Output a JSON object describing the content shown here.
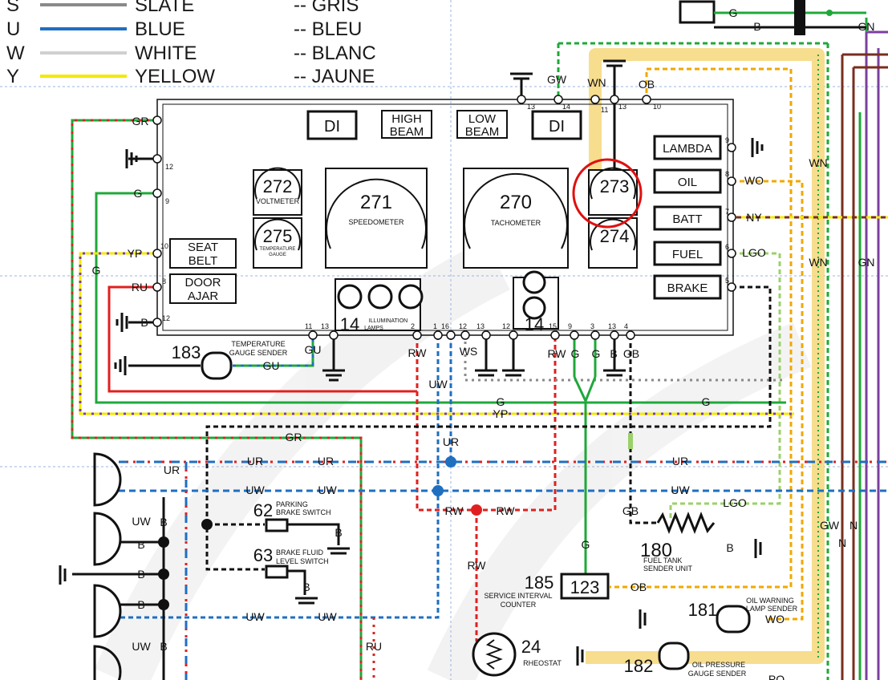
{
  "legend": [
    {
      "code": "S",
      "name": "SLATE",
      "fr": "-- GRIS",
      "color": "#8a8a8a"
    },
    {
      "code": "U",
      "name": "BLUE",
      "fr": "-- BLEU",
      "color": "#1f6fc0"
    },
    {
      "code": "W",
      "name": "WHITE",
      "fr": "-- BLANC",
      "color": "#d0d0d0"
    },
    {
      "code": "Y",
      "name": "YELLOW",
      "fr": "-- JAUNE",
      "color": "#f2ea00"
    }
  ],
  "indicators": {
    "di1": "DI",
    "high_beam_1": "HIGH",
    "high_beam_2": "BEAM",
    "low_beam_1": "LOW",
    "low_beam_2": "BEAM",
    "di2": "DI",
    "lambda": "LAMBDA",
    "oil": "OIL",
    "batt": "BATT",
    "fuel": "FUEL",
    "brake": "BRAKE",
    "seat_belt_1": "SEAT",
    "seat_belt_2": "BELT",
    "door_ajar_1": "DOOR",
    "door_ajar_2": "AJAR"
  },
  "gauges": {
    "voltmeter_num": "272",
    "voltmeter_label": "VOLTMETER",
    "temp_num": "275",
    "temp_label_1": "TEMPERATURE",
    "temp_label_2": "GAUGE",
    "speedo_num": "271",
    "speedo_label": "SPEEDOMETER",
    "tacho_num": "270",
    "tacho_label": "TACHOMETER",
    "g273": "273",
    "g274": "274",
    "illum_num": "14",
    "illum_label_1": "ILLUMINATION",
    "illum_label_2": "LAMPS",
    "lamp14": "14"
  },
  "wire_labels": {
    "gw": "GW",
    "wn_top": "WN",
    "ob_top": "OB",
    "gr": "GR",
    "g_left": "G",
    "yp": "YP",
    "ru": "RU",
    "b_left": "B",
    "g_side": "G",
    "wo": "WO",
    "ny": "NY",
    "lgo": "LGO",
    "wn_mid": "WN",
    "wn_low": "WN",
    "gn_right": "GN",
    "gn_top": "GN",
    "g_top": "G",
    "b_top": "B",
    "gu_mid": "GU",
    "gu_bottom": "GU",
    "rw1": "RW",
    "ws": "WS",
    "rw2": "RW",
    "g_b1": "G",
    "g_b2": "G",
    "b_b": "B",
    "gb": "GB",
    "uw_mid": "UW",
    "ur_mid": "UR",
    "g_h1": "G",
    "g_h2": "G",
    "yp_h": "YP",
    "gr_low": "GR",
    "ur_l": "UR",
    "ur_r": "UR",
    "ur_far": "UR",
    "ur_lamp": "UR",
    "uw_l": "UW",
    "uw_r": "UW",
    "uw_far": "UW",
    "rw_l": "RW",
    "rw_r": "RW",
    "rw_v": "RW",
    "gb_low": "GB",
    "lgo_low": "LGO",
    "g_low": "G",
    "b_fuel": "B",
    "ob_low": "OB",
    "wo_low": "WO",
    "gw_low": "GW",
    "n1": "N",
    "n2": "N",
    "uw_h1": "UW",
    "b_h1": "B",
    "b_h2": "B",
    "b_h3": "B",
    "b_h4": "B",
    "uw_h2": "UW",
    "b_h5": "B",
    "uw_bot1": "UW",
    "uw_bot2": "UW",
    "ru_bot": "RU",
    "b_switch": "B",
    "b_switch2": "B",
    "po": "PO"
  },
  "components": {
    "c183_num": "183",
    "c183_label_1": "TEMPERATURE",
    "c183_label_2": "GAUGE SENDER",
    "c62_num": "62",
    "c62_label_1": "PARKING",
    "c62_label_2": "BRAKE SWITCH",
    "c63_num": "63",
    "c63_label_1": "BRAKE FLUID",
    "c63_label_2": "LEVEL SWITCH",
    "c180_num": "180",
    "c180_label_1": "FUEL TANK",
    "c180_label_2": "SENDER UNIT",
    "c185_num": "185",
    "c185_label_1": "SERVICE INTERVAL",
    "c185_label_2": "COUNTER",
    "c185_display": "123",
    "c181_num": "181",
    "c181_label_1": "OIL WARNING",
    "c181_label_2": "LAMP SENDER",
    "c182_num": "182",
    "c182_label_1": "OIL PRESSURE",
    "c182_label_2": "GAUGE SENDER",
    "c24_num": "24",
    "c24_label": "RHEOSTAT"
  },
  "pins": {
    "p13a": "13",
    "p14a": "14",
    "p11a": "11",
    "p13b": "13",
    "p10": "10",
    "p12a": "12",
    "p9a": "9",
    "p10b": "10",
    "p8b": "8",
    "p12b": "12",
    "p9r": "9",
    "p8r": "8",
    "p7r": "7",
    "p6r": "6",
    "p5r": "5",
    "b11": "11",
    "b13": "13",
    "b2": "2",
    "b1": "1",
    "b16": "16",
    "b12": "12",
    "b13b": "13",
    "b12b": "12",
    "b15": "15",
    "b9": "9",
    "b3": "3",
    "b13c": "13",
    "b4": "4"
  },
  "colors": {
    "green": "#1fa83a",
    "red": "#e02020",
    "black": "#111111",
    "blue": "#1f6fc0",
    "white": "#d0d0d0",
    "yellow": "#f2ea00",
    "purple": "#7b3fa0",
    "orange": "#f0a800",
    "brown": "#7a2e1e",
    "light_green": "#9cd06a",
    "slate": "#8a8a8a",
    "highlight": "#f6d77a",
    "circle": "#e01010"
  }
}
